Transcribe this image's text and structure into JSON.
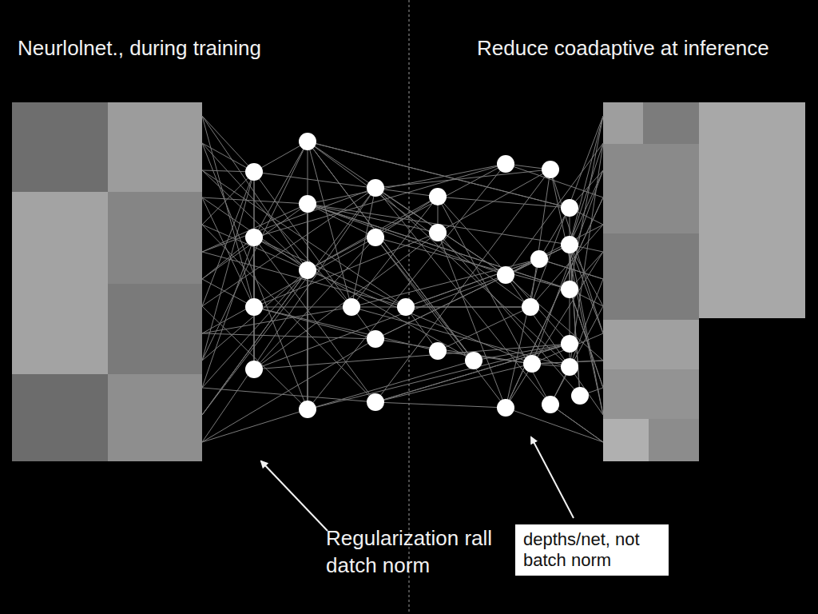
{
  "diagram": {
    "nodes": [
      {
        "text": [
          "depths/net, not batch norm"
        ]
      }
    ],
    "labels": [
      "Neurlolnet., during training",
      "Reduce coadaptive at inference",
      "Regularization rall datch norm"
    ]
  }
}
